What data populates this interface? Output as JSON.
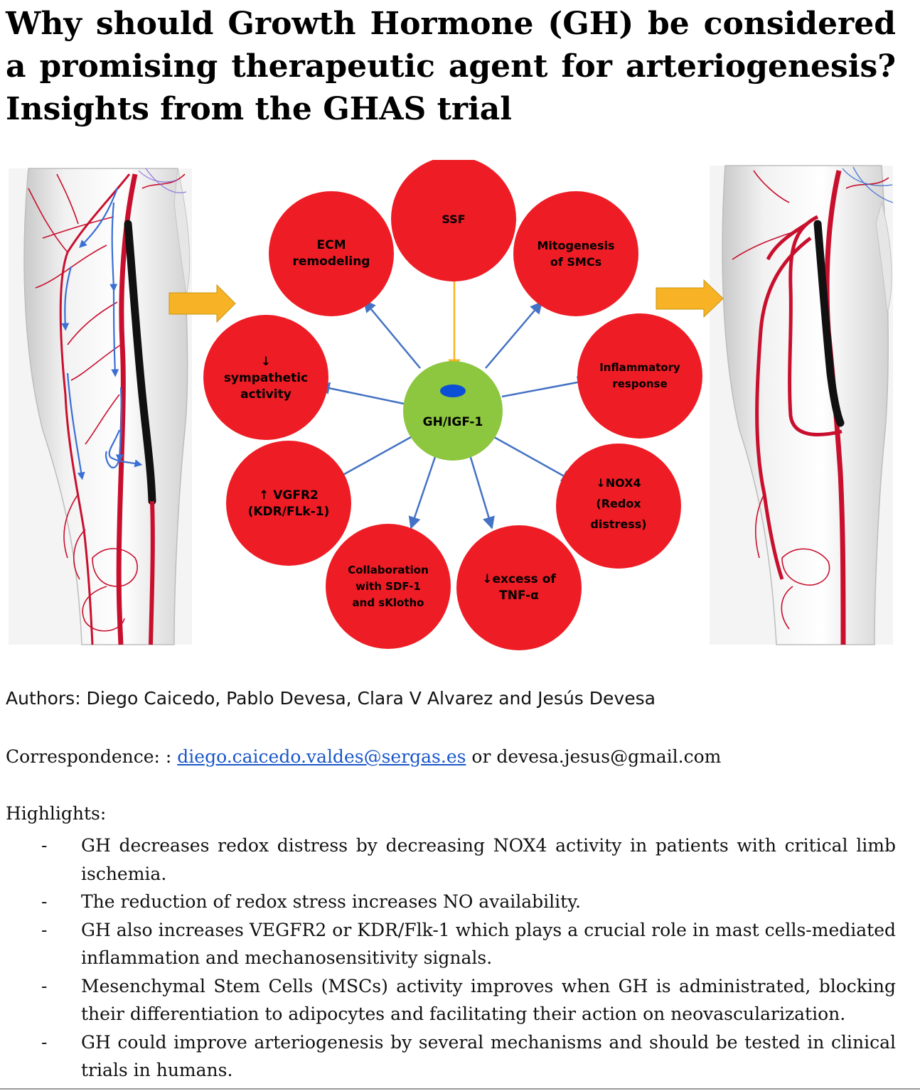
{
  "title": "Why should Growth Hormone (GH) be considered a promising therapeutic agent for arteriogenesis? Insights from the GHAS trial",
  "diagram": {
    "center": "GH/IGF-1",
    "nodes": [
      {
        "label": "SSF"
      },
      {
        "label": "Mitogenesis\nof SMCs"
      },
      {
        "label": "Inflammatory\nresponse"
      },
      {
        "label": "↓NOX4\n(Redox\ndistress)"
      },
      {
        "label": "↓excess of\nTNF-α"
      },
      {
        "label": "Collaboration\nwith SDF-1\nand sKlotho"
      },
      {
        "label": "↑ VGFR2\n(KDR/FLk-1)"
      },
      {
        "label": "↓\nsympathetic\nactivity"
      },
      {
        "label": "ECM\nremodeling"
      }
    ],
    "colors": {
      "node": "#ee1c25",
      "center": "#8dc63f",
      "arrow": "#4472c4",
      "top_arrow": "#f7b325",
      "big_arrow": "#f7b325"
    }
  },
  "authors": "Authors: Diego Caicedo, Pablo Devesa, Clara V Alvarez and Jesús Devesa",
  "correspondence": {
    "prefix": "Correspondence: : ",
    "email1": "diego.caicedo.valdes@sergas.es",
    "middle": " or ",
    "email2": "devesa.jesus@gmail.com"
  },
  "highlights": {
    "heading": "Highlights:",
    "bullet": "-",
    "items": [
      "GH decreases redox distress by decreasing NOX4 activity in patients with critical limb ischemia.",
      "The reduction of redox stress increases NO availability.",
      "GH also increases VEGFR2 or KDR/Flk-1 which plays a crucial role in mast cells-mediated inflammation and mechanosensitivity signals.",
      "Mesenchymal Stem Cells (MSCs) activity improves when GH is administrated, blocking their differentiation to adipocytes and facilitating their action on neovascularization.",
      "GH could improve arteriogenesis by several mechanisms and should be tested in clinical trials in humans."
    ]
  }
}
